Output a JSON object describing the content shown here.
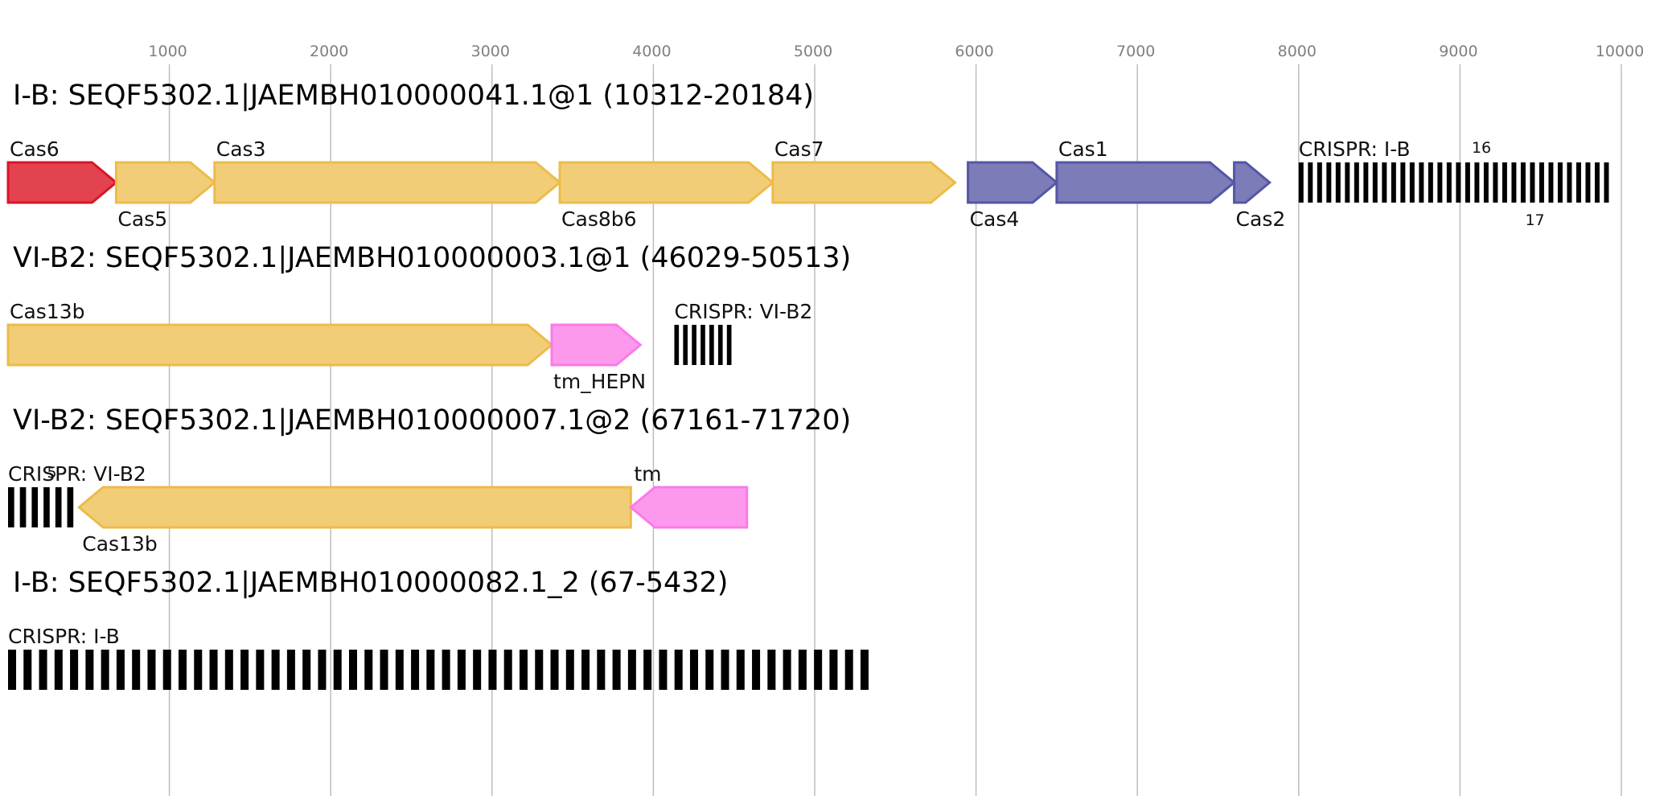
{
  "colors": {
    "cas6": "#e2434f",
    "cas6_stroke": "#d9152a",
    "interference": "#f2cd78",
    "interference_stroke": "#ecbc48",
    "adaptation": "#7b7cb8",
    "adaptation_stroke": "#5556a7",
    "accessory": "#fd99ec",
    "accessory_stroke": "#fb7ae8",
    "crispr": "#000000",
    "gridline": "#bdbdbd",
    "tick_text": "#808080"
  },
  "axis": {
    "ticks": [
      {
        "value": 1000,
        "label": "1000"
      },
      {
        "value": 2000,
        "label": "2000"
      },
      {
        "value": 3000,
        "label": "3000"
      },
      {
        "value": 4000,
        "label": "4000"
      },
      {
        "value": 5000,
        "label": "5000"
      },
      {
        "value": 6000,
        "label": "6000"
      },
      {
        "value": 7000,
        "label": "7000"
      },
      {
        "value": 8000,
        "label": "8000"
      },
      {
        "value": 9000,
        "label": "9000"
      },
      {
        "value": 10000,
        "label": "10000"
      }
    ]
  },
  "tracks": [
    {
      "title": "I-B: SEQF5302.1|JAEMBH010000041.1@1 (10312-20184)",
      "features": [
        {
          "type": "gene",
          "label": "Cas6",
          "start": 0,
          "end": 670,
          "strand": "+",
          "category": "cas6",
          "label_pos": "above"
        },
        {
          "type": "gene",
          "label": "Cas5",
          "start": 670,
          "end": 1280,
          "strand": "+",
          "category": "interference",
          "label_pos": "below"
        },
        {
          "type": "gene",
          "label": "Cas3",
          "start": 1280,
          "end": 3420,
          "strand": "+",
          "category": "interference",
          "label_pos": "above"
        },
        {
          "type": "gene",
          "label": "Cas8b6",
          "start": 3420,
          "end": 4740,
          "strand": "+",
          "category": "interference",
          "label_pos": "below"
        },
        {
          "type": "gene",
          "label": "Cas7",
          "start": 4740,
          "end": 5870,
          "strand": "+",
          "category": "interference",
          "label_pos": "above"
        },
        {
          "type": "gene",
          "label": "Cas4",
          "start": 5950,
          "end": 6500,
          "strand": "+",
          "category": "adaptation",
          "label_pos": "below"
        },
        {
          "type": "gene",
          "label": "Cas1",
          "start": 6500,
          "end": 7600,
          "strand": "+",
          "category": "adaptation",
          "label_pos": "above"
        },
        {
          "type": "gene",
          "label": "Cas2",
          "start": 7600,
          "end": 7820,
          "strand": "+",
          "category": "adaptation",
          "label_pos": "below"
        },
        {
          "type": "crispr",
          "label": "CRISPR: I-B",
          "start": 8000,
          "end": 9950,
          "spacers": 34,
          "count_above": "16",
          "count_below": "17"
        }
      ]
    },
    {
      "title": "VI-B2: SEQF5302.1|JAEMBH010000003.1@1 (46029-50513)",
      "features": [
        {
          "type": "gene",
          "label": "Cas13b",
          "start": 0,
          "end": 3370,
          "strand": "+",
          "category": "interference",
          "label_pos": "above"
        },
        {
          "type": "gene",
          "label": "tm_HEPN",
          "start": 3370,
          "end": 3920,
          "strand": "+",
          "category": "accessory",
          "label_pos": "below"
        },
        {
          "type": "crispr",
          "label": "CRISPR: VI-B2",
          "start": 4130,
          "end": 4510,
          "spacers": 7
        }
      ]
    },
    {
      "title": "VI-B2: SEQF5302.1|JAEMBH010000007.1@2 (67161-71720)",
      "features": [
        {
          "type": "crispr",
          "label": "CRISPR: VI-B2",
          "start": 0,
          "end": 440,
          "spacers": 6,
          "count_above": "5"
        },
        {
          "type": "gene",
          "label": "Cas13b",
          "start": 440,
          "end": 3860,
          "strand": "-",
          "category": "interference",
          "label_pos": "below"
        },
        {
          "type": "gene",
          "label": "tm",
          "start": 3860,
          "end": 4580,
          "strand": "-",
          "category": "accessory",
          "label_pos": "above"
        }
      ]
    },
    {
      "title": "I-B: SEQF5302.1|JAEMBH010000082.1_2 (67-5432)",
      "features": [
        {
          "type": "crispr",
          "label": "CRISPR: I-B",
          "start": 0,
          "end": 5380,
          "spacers": 56
        }
      ]
    }
  ]
}
